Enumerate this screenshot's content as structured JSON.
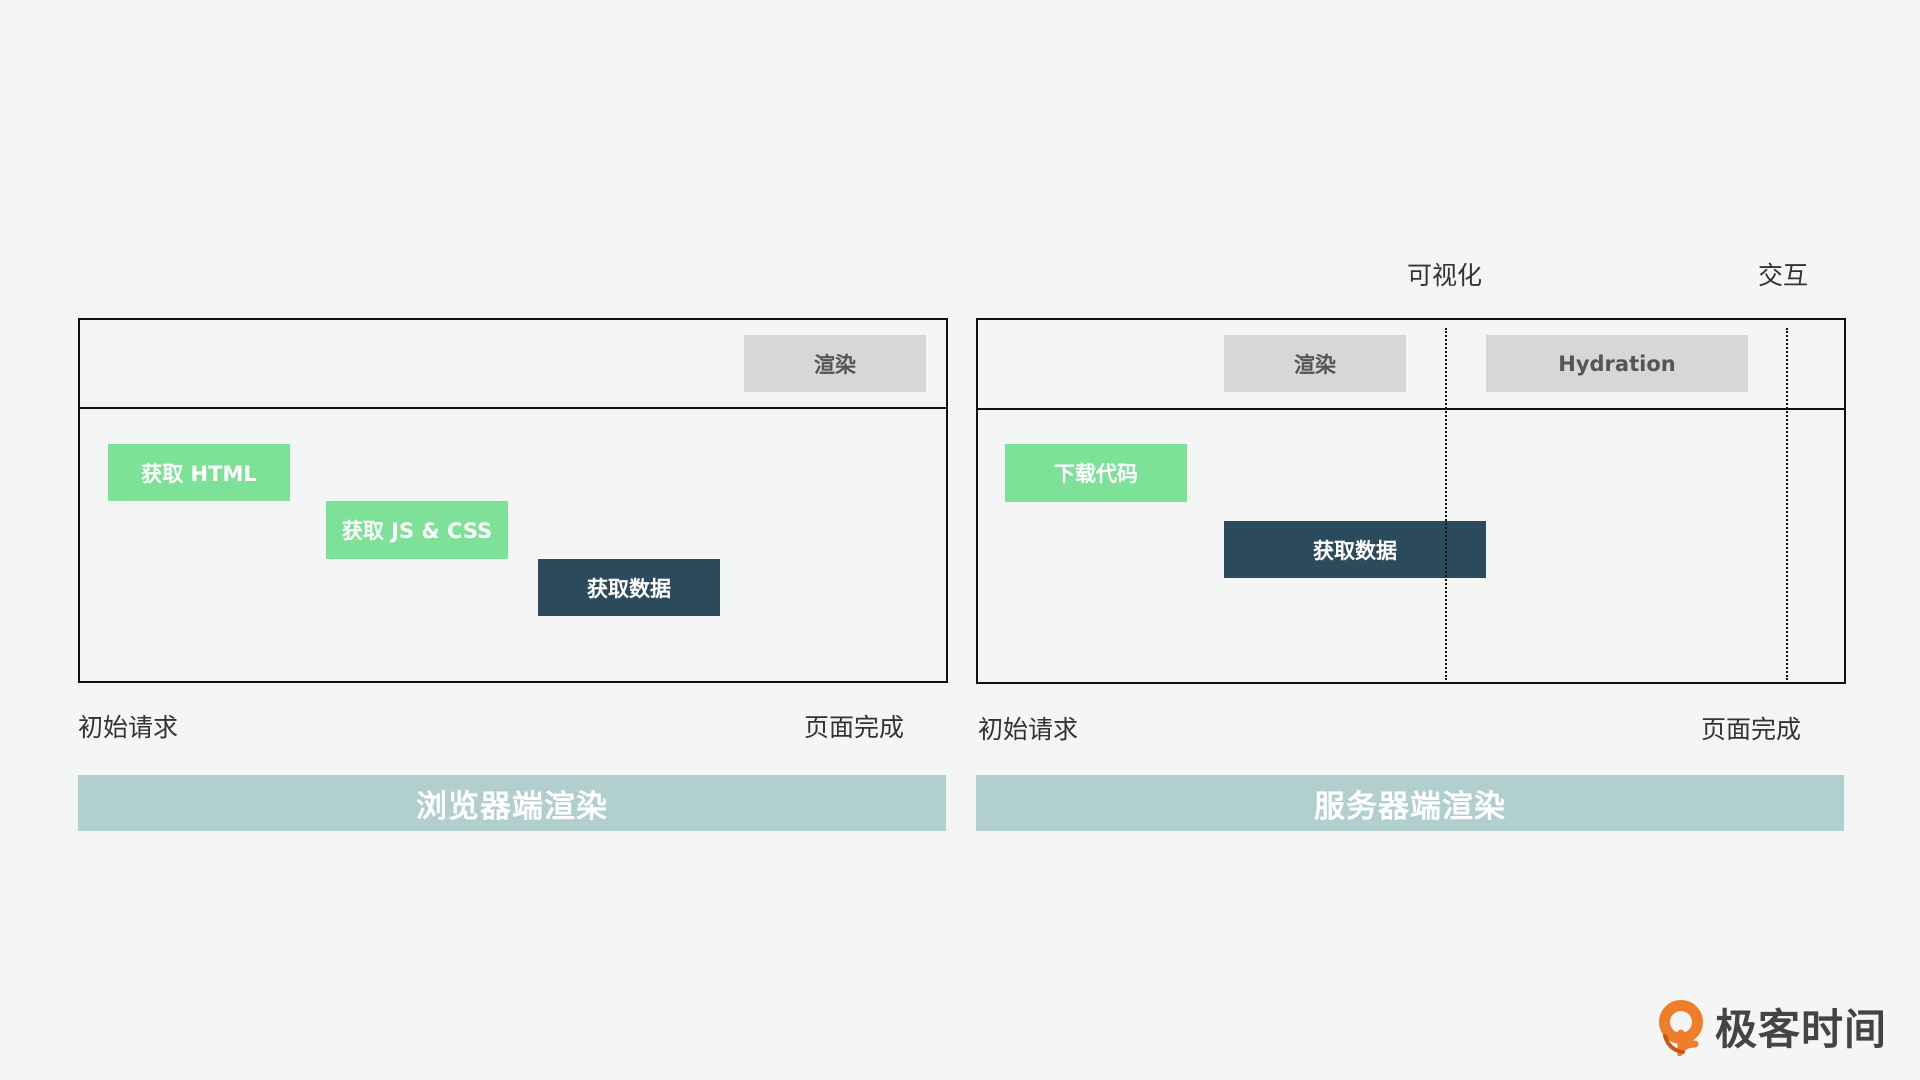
{
  "browser_side": {
    "render_block": "渲染",
    "fetch_html": "获取 HTML",
    "fetch_js_css": "获取 JS & CSS",
    "fetch_data": "获取数据",
    "initial_request": "初始请求",
    "page_complete": "页面完成",
    "banner": "浏览器端渲染"
  },
  "server_side": {
    "render_block": "渲染",
    "hydration_block": "Hydration",
    "download_code": "下载代码",
    "fetch_data": "获取数据",
    "visualize_marker": "可视化",
    "interact_marker": "交互",
    "initial_request": "初始请求",
    "page_complete": "页面完成",
    "banner": "服务器端渲染"
  },
  "logo": {
    "text": "极客时间"
  },
  "colors": {
    "background": "#f4f6f5",
    "green_block": "#7de197",
    "dark_block": "#2b4b5c",
    "gray_block": "#d7d7d7",
    "banner": "#b1cfcf"
  }
}
